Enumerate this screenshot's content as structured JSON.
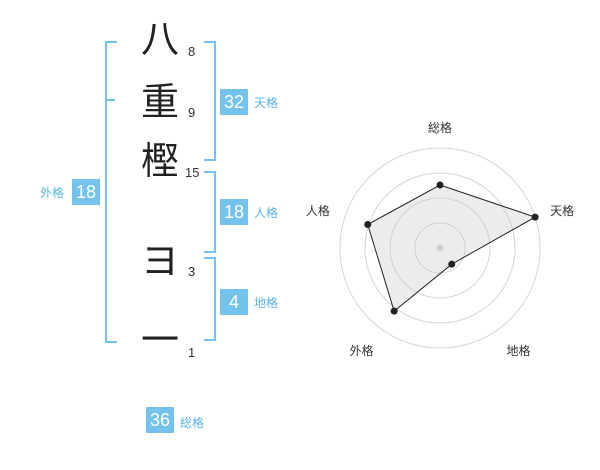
{
  "name_chars": [
    {
      "char": "八",
      "strokes": "8"
    },
    {
      "char": "重",
      "strokes": "9"
    },
    {
      "char": "樫",
      "strokes": "15"
    },
    {
      "char": "ヨ",
      "strokes": "3"
    },
    {
      "char": "一",
      "strokes": "1"
    }
  ],
  "fortunes": {
    "tenkaku": {
      "value": "32",
      "label": "天格"
    },
    "jinkaku": {
      "value": "18",
      "label": "人格"
    },
    "chikaku": {
      "value": "4",
      "label": "地格"
    },
    "gaikaku": {
      "value": "18",
      "label": "外格"
    },
    "soukaku": {
      "value": "36",
      "label": "総格"
    }
  },
  "colors": {
    "accent": "#75c3ec",
    "accent_text": "#5ab4e6",
    "text": "#222222"
  },
  "chart_data": {
    "type": "radar",
    "axes": [
      "総格",
      "天格",
      "地格",
      "外格",
      "人格"
    ],
    "values": [
      0.63,
      1.0,
      0.2,
      0.78,
      0.76
    ],
    "range": [
      0,
      1
    ],
    "rings": 4
  }
}
